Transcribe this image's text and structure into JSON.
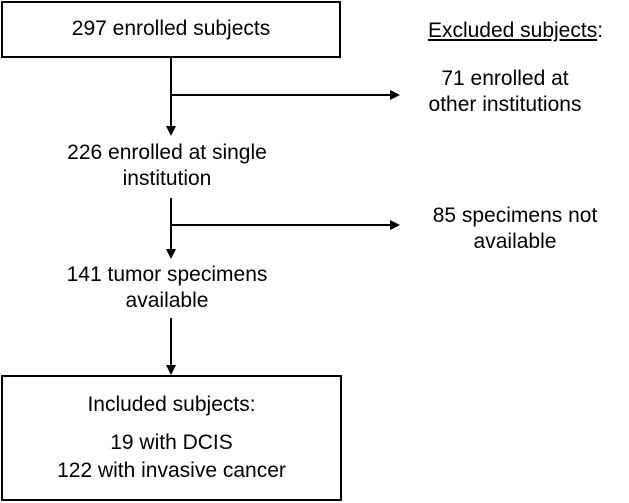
{
  "flow": {
    "enrolled": "297 enrolled subjects",
    "excluded_heading": "Excluded subjects",
    "excluded_colon": ":",
    "excluded_1_line1": "71 enrolled at",
    "excluded_1_line2": "other institutions",
    "single_line1": "226 enrolled at single",
    "single_line2": "institution",
    "excluded_2_line1": "85 specimens not",
    "excluded_2_line2": "available",
    "tumor_line1": "141 tumor specimens",
    "tumor_line2": "available",
    "included_heading": "Included subjects:",
    "included_1": "19 with DCIS",
    "included_2": "122 with invasive cancer"
  }
}
